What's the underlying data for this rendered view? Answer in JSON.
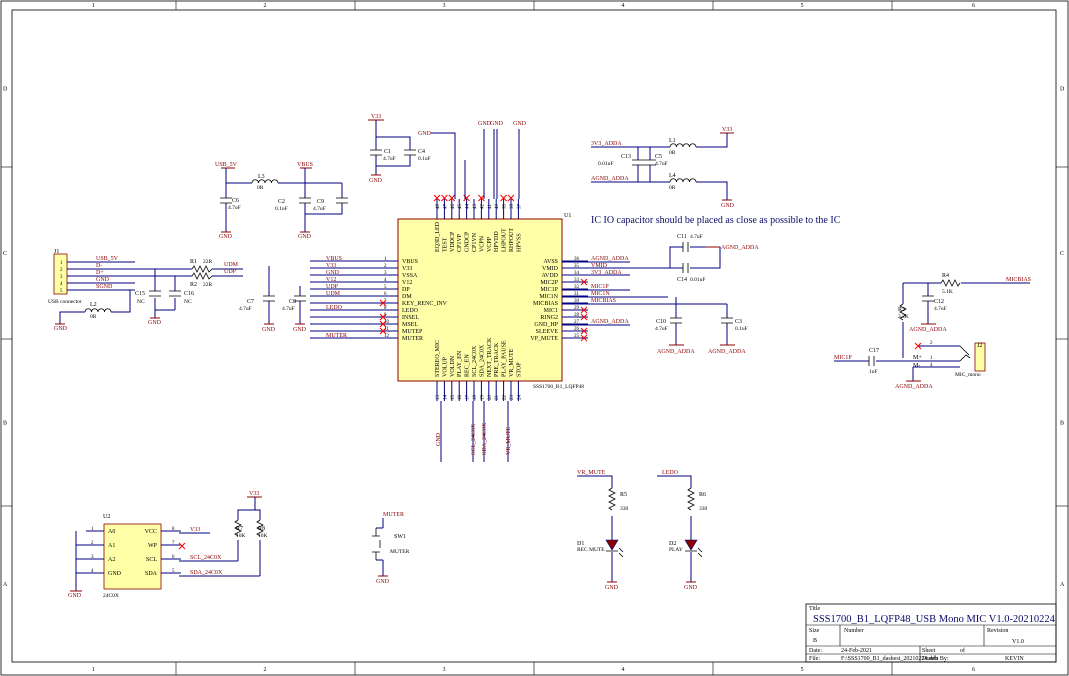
{
  "frame": {
    "cols": [
      "1",
      "2",
      "3",
      "4",
      "5",
      "6"
    ],
    "rows": [
      "D",
      "C",
      "B",
      "A"
    ]
  },
  "note": "IC IO capacitor should be placed as close as possible to the IC",
  "u1": {
    "ref": "U1",
    "part": "SSS1700_B1_LQFP48",
    "left_pins": [
      {
        "n": "1",
        "name": "VBUS",
        "net": "VBUS"
      },
      {
        "n": "2",
        "name": "V33",
        "net": "V33"
      },
      {
        "n": "3",
        "name": "VSSA",
        "net": "GND"
      },
      {
        "n": "4",
        "name": "V12",
        "net": "V12"
      },
      {
        "n": "5",
        "name": "DP",
        "net": "UDP"
      },
      {
        "n": "6",
        "name": "DM",
        "net": "UDM"
      },
      {
        "n": "7",
        "name": "KEY_RENC_INV",
        "net": ""
      },
      {
        "n": "8",
        "name": "LEDO",
        "net": "LEDO"
      },
      {
        "n": "9",
        "name": "INSEL",
        "net": ""
      },
      {
        "n": "10",
        "name": "MSEL",
        "net": ""
      },
      {
        "n": "11",
        "name": "MUTEP",
        "net": ""
      },
      {
        "n": "12",
        "name": "MUTER",
        "net": "MUTER"
      }
    ],
    "right_pins": [
      {
        "n": "36",
        "name": "AVSS",
        "net": "AGND_ADDA"
      },
      {
        "n": "35",
        "name": "VMID",
        "net": "VMID"
      },
      {
        "n": "34",
        "name": "AVDD",
        "net": "3V3_ADDA"
      },
      {
        "n": "33",
        "name": "MIC2P",
        "net": ""
      },
      {
        "n": "32",
        "name": "MIC1P",
        "net": "MIC1P"
      },
      {
        "n": "31",
        "name": "MIC1N",
        "net": "MIC1N"
      },
      {
        "n": "30",
        "name": "MICBIAS",
        "net": "MICBIAS"
      },
      {
        "n": "29",
        "name": "MIC1",
        "net": ""
      },
      {
        "n": "28",
        "name": "RING2",
        "net": ""
      },
      {
        "n": "27",
        "name": "GND_HP",
        "net": "AGND_ADDA"
      },
      {
        "n": "26",
        "name": "SLEEVE",
        "net": ""
      },
      {
        "n": "25",
        "name": "VP_MUTE",
        "net": ""
      }
    ],
    "top_pins": [
      {
        "n": "48",
        "name": "EQ3D_LED"
      },
      {
        "n": "47",
        "name": "TEST"
      },
      {
        "n": "46",
        "name": "VDDCP"
      },
      {
        "n": "45",
        "name": "CP1VP"
      },
      {
        "n": "44",
        "name": "GNDCP"
      },
      {
        "n": "43",
        "name": "CP1VN"
      },
      {
        "n": "42",
        "name": "VCPN"
      },
      {
        "n": "41",
        "name": "VCPP"
      },
      {
        "n": "40",
        "name": "HPVDD"
      },
      {
        "n": "39",
        "name": "LHPOUT"
      },
      {
        "n": "38",
        "name": "RHPOUT"
      },
      {
        "n": "37",
        "name": "HPVSS"
      }
    ],
    "bottom_pins": [
      {
        "n": "13",
        "name": "STEREO_MIC"
      },
      {
        "n": "14",
        "name": "VOLUP"
      },
      {
        "n": "15",
        "name": "VOLDN"
      },
      {
        "n": "16",
        "name": "PLAY_EN"
      },
      {
        "n": "17",
        "name": "REC_EN"
      },
      {
        "n": "18",
        "name": "SCL_24C0X"
      },
      {
        "n": "19",
        "name": "SDA_24C0X"
      },
      {
        "n": "20",
        "name": "NEXT_TRACK"
      },
      {
        "n": "21",
        "name": "PRE_TRACK"
      },
      {
        "n": "22",
        "name": "PLAY_PAUSE"
      },
      {
        "n": "23",
        "name": "VR_MUTE"
      },
      {
        "n": "24",
        "name": "STOP"
      }
    ]
  },
  "nets": {
    "usb5v": "USB_5V",
    "vbus": "VBUS",
    "v33": "V33",
    "gnd": "GND",
    "dm": "D-",
    "dp": "D+",
    "udm": "UDM",
    "udp": "UDP",
    "agnd": "AGND_ADDA",
    "v3adda": "3V3_ADDA",
    "agnd_adda": "AGND_ADDA",
    "scl": "SCL_24C0X",
    "sda": "SDA_24C0X",
    "vrmute": "VR_MUTE",
    "ledo": "LEDO",
    "muter": "MUTER",
    "micbias": "MICBIAS",
    "mic1p": "MIC1P",
    "sgnd": "SGND"
  },
  "parts": {
    "j1": {
      "ref": "J1",
      "name": "USB connector",
      "pins": [
        "1",
        "2",
        "3",
        "4",
        "5"
      ]
    },
    "l3": {
      "ref": "L3",
      "val": "0R"
    },
    "l2": {
      "ref": "L2",
      "val": "0R"
    },
    "l1": {
      "ref": "L1",
      "val": "0R"
    },
    "l4": {
      "ref": "L4",
      "val": "0R"
    },
    "c1": {
      "ref": "C1",
      "val": "4.7uF"
    },
    "c2": {
      "ref": "C2",
      "val": "0.1uF"
    },
    "c3": {
      "ref": "C3",
      "val": "0.1uF"
    },
    "c4": {
      "ref": "C4",
      "val": "0.1uF"
    },
    "c5": {
      "ref": "C5",
      "val": "4.7uF"
    },
    "c6": {
      "ref": "C6",
      "val": "4.7uF"
    },
    "c7": {
      "ref": "C7",
      "val": "4.7uF"
    },
    "c8": {
      "ref": "C8",
      "val": "4.7uF"
    },
    "c9": {
      "ref": "C9",
      "val": "4.7uF"
    },
    "c10": {
      "ref": "C10",
      "val": "4.7uF"
    },
    "c11": {
      "ref": "C11",
      "val": "4.7uF"
    },
    "c12": {
      "ref": "C12",
      "val": "4.7uF"
    },
    "c13": {
      "ref": "C13",
      "val": "0.01uF"
    },
    "c14": {
      "ref": "C14",
      "val": "0.01uF"
    },
    "c15": {
      "ref": "C15",
      "val": "NC"
    },
    "c16": {
      "ref": "C16",
      "val": "NC"
    },
    "c17": {
      "ref": "C17",
      "val": "1uF"
    },
    "r1": {
      "ref": "R1",
      "val": "22R"
    },
    "r2": {
      "ref": "R2",
      "val": "22R"
    },
    "r3": {
      "ref": "R3",
      "val": "2.2K"
    },
    "r4": {
      "ref": "R4",
      "val": "5.1K"
    },
    "r5": {
      "ref": "R5",
      "val": "330"
    },
    "r6": {
      "ref": "R6",
      "val": "330"
    },
    "r7": {
      "ref": "R7",
      "val": "10K"
    },
    "r8": {
      "ref": "R8",
      "val": "10K"
    },
    "u2": {
      "ref": "U2",
      "part": "24C0X",
      "left": [
        {
          "n": "1",
          "name": "A0"
        },
        {
          "n": "2",
          "name": "A1"
        },
        {
          "n": "3",
          "name": "A2"
        },
        {
          "n": "4",
          "name": "GND"
        }
      ],
      "right": [
        {
          "n": "8",
          "name": "VCC"
        },
        {
          "n": "7",
          "name": "WP"
        },
        {
          "n": "6",
          "name": "SCL"
        },
        {
          "n": "5",
          "name": "SDA"
        }
      ]
    },
    "sw1": {
      "ref": "SW1",
      "name": "MUTER"
    },
    "d1": {
      "ref": "D1",
      "name": "REC MUTE"
    },
    "d2": {
      "ref": "D2",
      "name": "PLAY"
    },
    "j2": {
      "ref": "J2",
      "name": "MIC_mono",
      "pins": [
        "2",
        "1",
        "4"
      ],
      "mp": "M+",
      "mm": "M-"
    }
  },
  "titleblock": {
    "title_label": "Title",
    "title": "SSS1700_B1_LQFP48_USB Mono MIC V1.0-20210224",
    "size_label": "Size",
    "size": "B",
    "number_label": "Number",
    "revision_label": "Revision",
    "revision": "V1.0",
    "date_label": "Date:",
    "date": "24-Feb-2021",
    "sheet_label": "Sheet",
    "of_label": "of",
    "file_label": "File:",
    "file": "F:\\SSS1700_B1_dashest_20210224.ddb",
    "drawn_label": "Drawn By:",
    "drawn": "KEVIN"
  }
}
